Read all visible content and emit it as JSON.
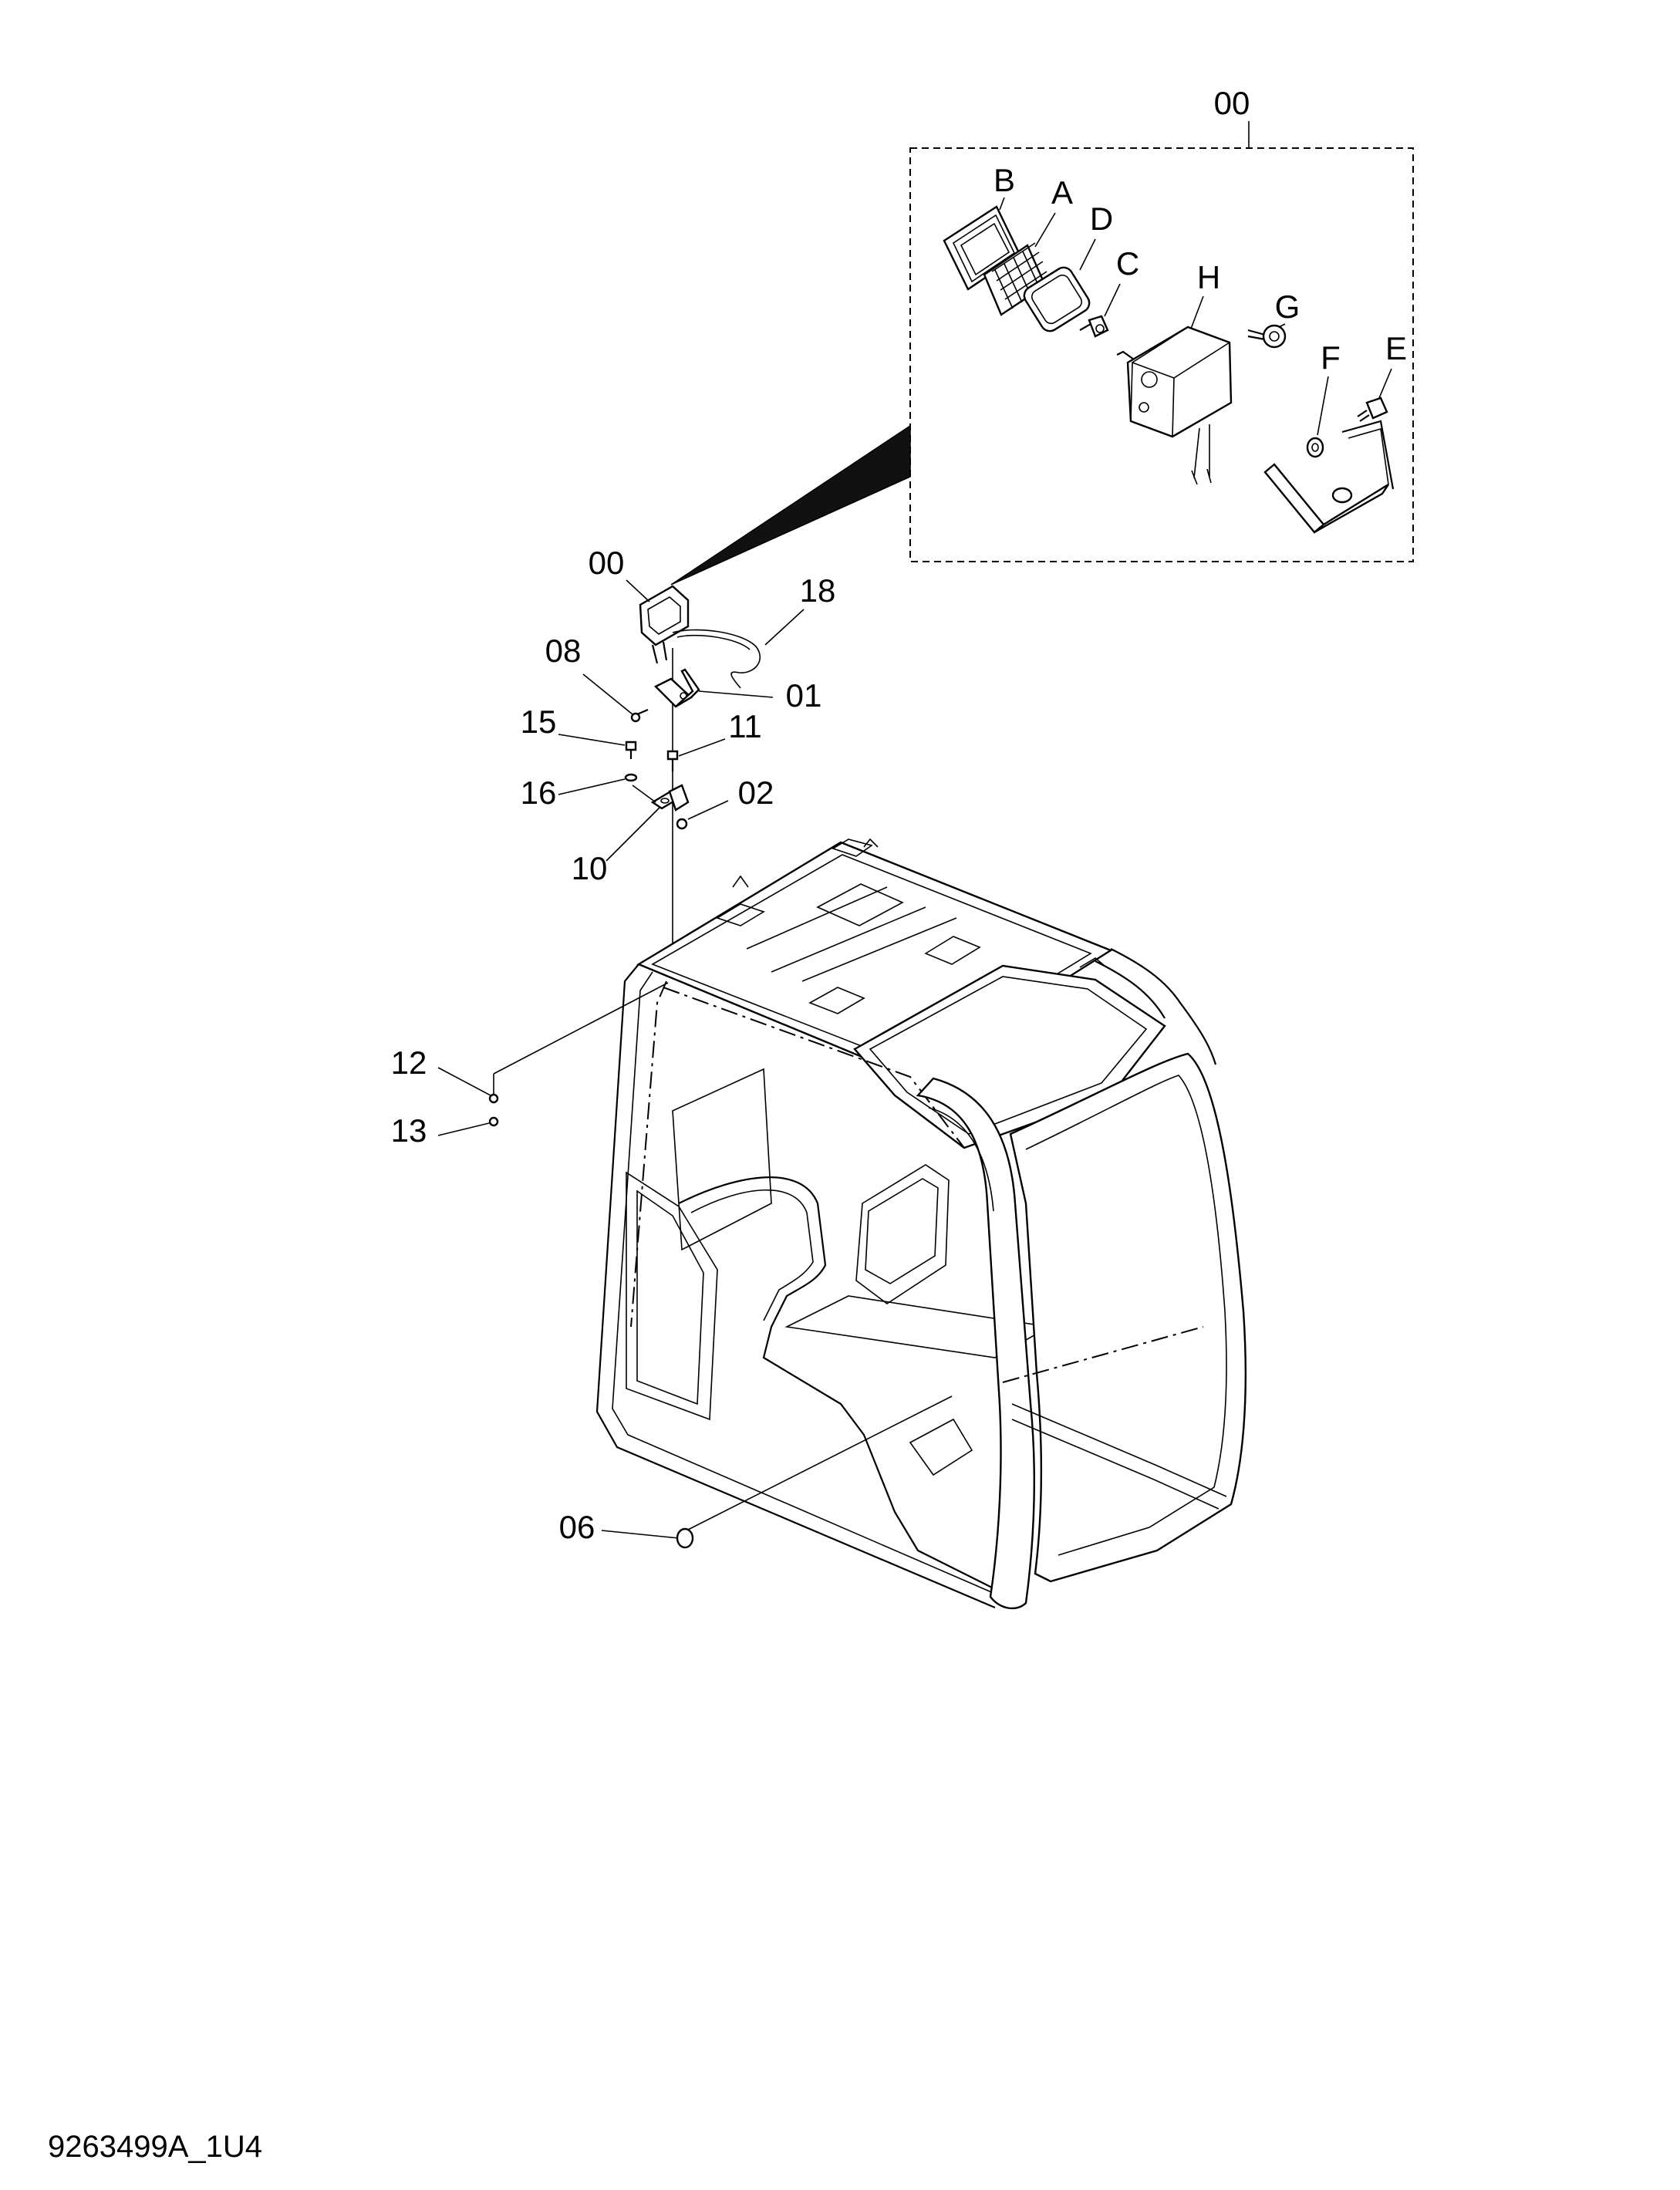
{
  "drawing_number": "9263499A_1U4",
  "detail_box": {
    "label": "00",
    "items": [
      {
        "id": "B",
        "label": "B"
      },
      {
        "id": "A",
        "label": "A"
      },
      {
        "id": "D",
        "label": "D"
      },
      {
        "id": "C",
        "label": "C"
      },
      {
        "id": "H",
        "label": "H"
      },
      {
        "id": "G",
        "label": "G"
      },
      {
        "id": "F",
        "label": "F"
      },
      {
        "id": "E",
        "label": "E"
      }
    ]
  },
  "callouts": {
    "c00": "00",
    "c18": "18",
    "c08": "08",
    "c01": "01",
    "c15": "15",
    "c11": "11",
    "c16": "16",
    "c02": "02",
    "c10": "10",
    "c12": "12",
    "c13": "13",
    "c06": "06"
  }
}
